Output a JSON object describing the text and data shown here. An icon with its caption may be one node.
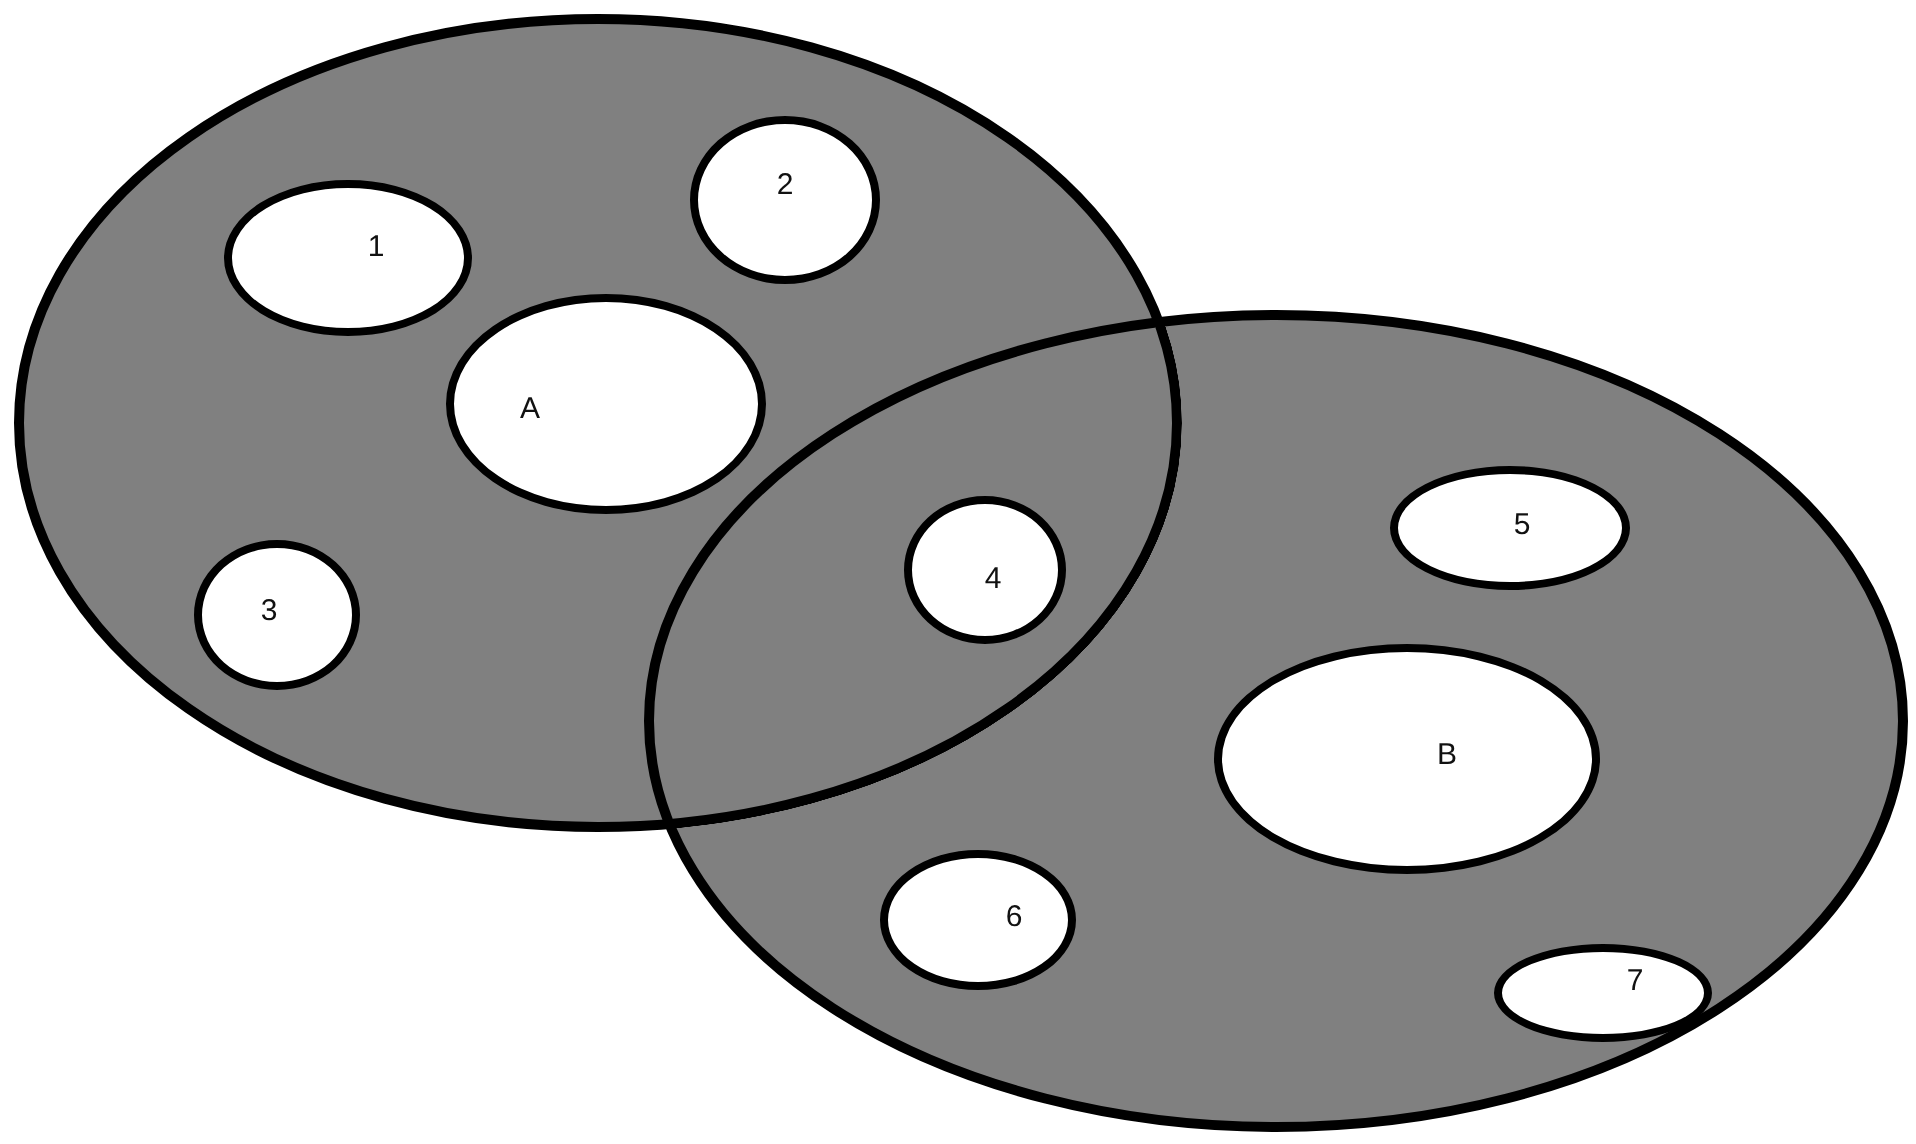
{
  "diagram": {
    "nodes": [
      {
        "text": [],
        "shape": "circle"
      },
      {
        "text": [
          "1"
        ],
        "in": 0
      },
      {
        "text": [
          "2"
        ],
        "in": 0
      },
      {
        "text": [
          "A"
        ],
        "in": 0
      },
      {
        "text": [
          "3"
        ],
        "in": 0
      },
      {
        "text": [],
        "shape": "circle"
      },
      {
        "text": [
          "4"
        ]
      },
      {
        "text": [
          "5"
        ],
        "in": 5
      },
      {
        "text": [
          "B"
        ],
        "in": 5
      },
      {
        "text": [
          "6"
        ],
        "in": 5
      },
      {
        "text": [
          "7"
        ],
        "in": 5
      }
    ]
  }
}
